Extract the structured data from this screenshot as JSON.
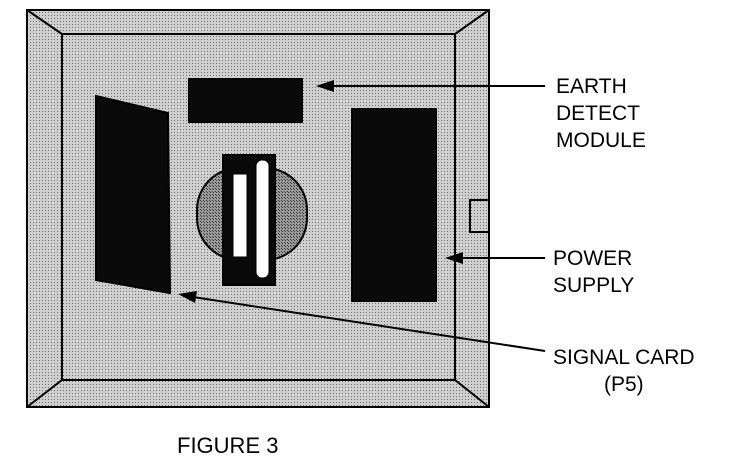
{
  "labels": {
    "earth_detect_module": [
      "EARTH",
      "DETECT",
      "MODULE"
    ],
    "power_supply": [
      "POWER",
      "SUPPLY"
    ],
    "signal_card": [
      "SIGNAL CARD",
      "(P5)"
    ]
  },
  "caption": "FIGURE 3",
  "colors": {
    "ink": "#000000",
    "panel_fill": "#c8c8c8",
    "inner_back_fill": "#d6d6d6",
    "component_fill": "#0a0a0a",
    "transformer_fill": "#8e8e8e"
  }
}
